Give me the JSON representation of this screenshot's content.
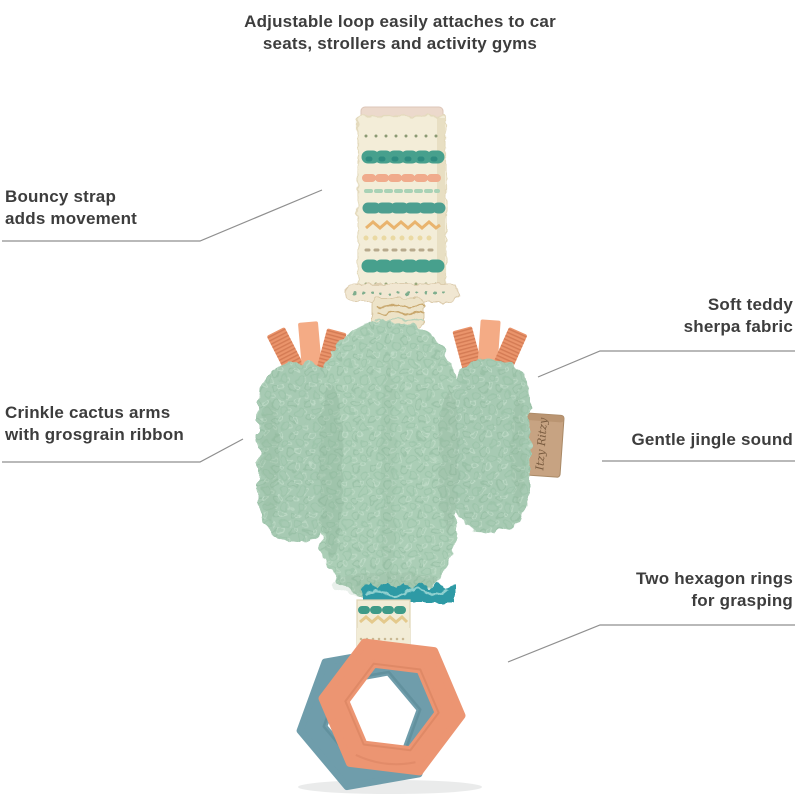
{
  "annotations": {
    "top_caption": {
      "lines": [
        "Adjustable loop easily attaches to car",
        "seats, strollers and activity gyms"
      ]
    },
    "labels": [
      {
        "id": "bouncy-strap",
        "side": "left",
        "lines": [
          "Bouncy strap",
          "adds movement"
        ]
      },
      {
        "id": "soft-teddy",
        "side": "right",
        "lines": [
          "Soft teddy",
          "sherpa fabric"
        ]
      },
      {
        "id": "crinkle-arms",
        "side": "left",
        "lines": [
          "Crinkle cactus arms",
          "with grosgrain ribbon"
        ]
      },
      {
        "id": "jingle-sound",
        "side": "right",
        "lines": [
          "Gentle jingle sound"
        ]
      },
      {
        "id": "hexagon-rings",
        "side": "right",
        "lines": [
          "Two hexagon rings",
          "for grasping"
        ]
      }
    ]
  },
  "product": {
    "tag_text": "Itzy Ritzy",
    "parts": [
      "patterned loop strap",
      "sherpa cactus plush",
      "grosgrain ribbon tufts",
      "leather brand tag",
      "crinkle teal fabric",
      "orange hexagon ring",
      "teal hexagon ring"
    ],
    "colors": {
      "cactus_green": "#a9ccb4",
      "cactus_shadow": "#8bb298",
      "ribbon_coral": "#ea946b",
      "ribbon_coral_light": "#f4ab85",
      "strap_cream": "#f3edd8",
      "strap_fold_pink": "#ecd9cc",
      "pattern_teal": "#47a08d",
      "pattern_peach": "#f0ab8c",
      "pattern_yellow": "#e9b46e",
      "ring_orange": "#ec9572",
      "ring_teal": "#6f9dab",
      "tag_tan": "#c7a382",
      "teal_fabric": "#2f9aa5",
      "text": "#3d3d3d",
      "callout_line": "#8f8f8f",
      "background": "#ffffff"
    }
  }
}
